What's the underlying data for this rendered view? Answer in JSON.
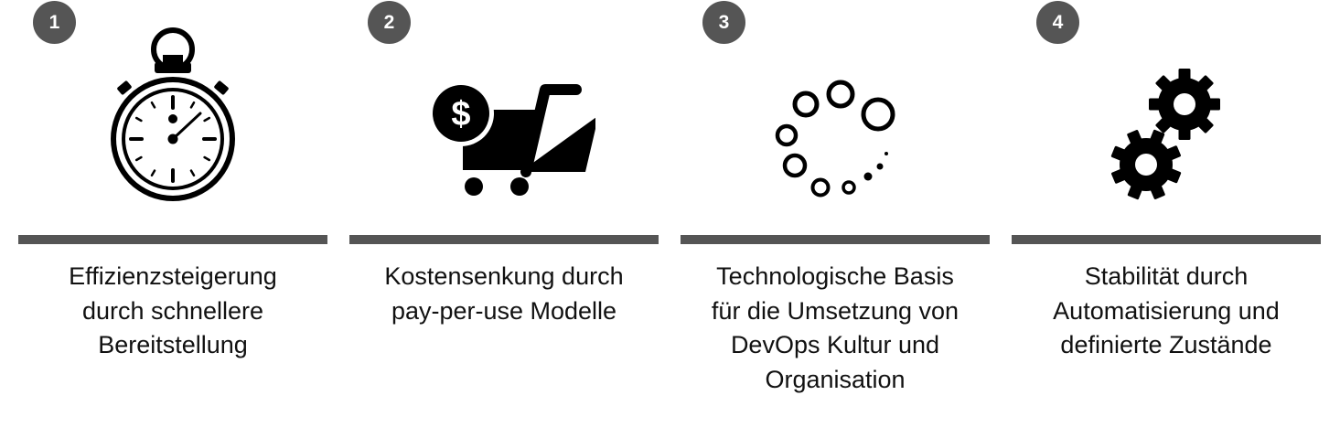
{
  "steps": [
    {
      "number": "1",
      "icon": "stopwatch-icon",
      "lines": [
        "Effizienzsteigerung",
        "durch schnellere",
        "Bereitstellung"
      ]
    },
    {
      "number": "2",
      "icon": "shopping-cart-dollar-icon",
      "lines": [
        "Kostensenkung durch",
        "pay-per-use Modelle"
      ]
    },
    {
      "number": "3",
      "icon": "loading-circles-icon",
      "lines": [
        "Technologische Basis",
        "für die Umsetzung von",
        "DevOps Kultur und",
        "Organisation"
      ]
    },
    {
      "number": "4",
      "icon": "gears-icon",
      "lines": [
        "Stabilität durch",
        "Automatisierung und",
        "definierte Zustände"
      ]
    }
  ],
  "colors": {
    "badge": "#555555",
    "bar": "#555555",
    "icon": "#000000",
    "text": "#111111"
  }
}
